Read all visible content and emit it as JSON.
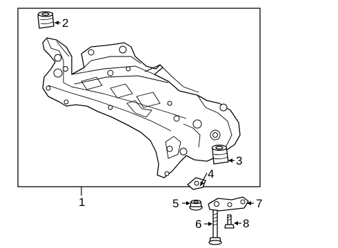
{
  "callouts": {
    "c1": "1",
    "c2": "2",
    "c3": "3",
    "c4": "4",
    "c5": "5",
    "c6": "6",
    "c7": "7",
    "c8": "8"
  },
  "icons": {
    "subframe": "front-crossmember-subframe",
    "bushing_upper": "bushing-icon",
    "bushing_lower": "bushing-icon",
    "washer": "washer-plate-icon",
    "nut": "flange-nut-icon",
    "bolt_long": "bolt-icon",
    "bracket": "mounting-bracket-icon",
    "bolt_short": "bolt-icon"
  }
}
